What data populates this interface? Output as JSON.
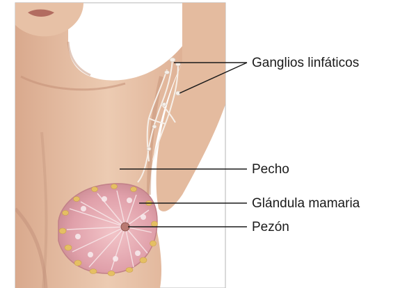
{
  "labels": {
    "lymph_nodes": "Ganglios linfáticos",
    "breast": "Pecho",
    "mammary_gland": "Glándula mamaria",
    "nipple": "Pezón"
  },
  "colors": {
    "skin": "#e8c3a8",
    "skin_shadow": "#c9967a",
    "gland": "#e3a3ac",
    "gland_dark": "#c67a88",
    "fat": "#e8c46a",
    "lymph": "#f3ece4",
    "frame": "#b5b5b5"
  }
}
